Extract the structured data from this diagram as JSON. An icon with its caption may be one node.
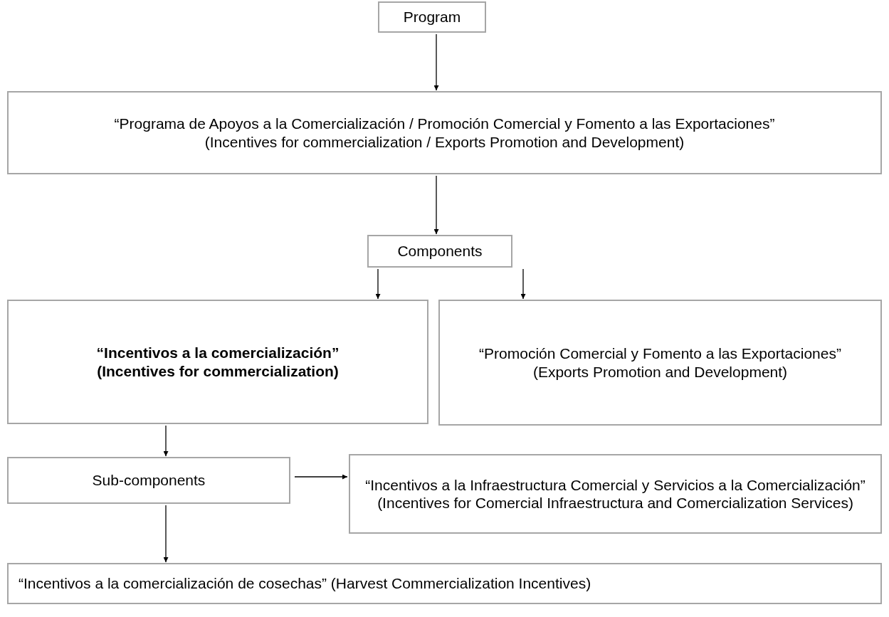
{
  "diagram": {
    "nodes": [
      {
        "text": [
          "Program"
        ]
      },
      {
        "text": [
          "“Programa de Apoyos a la Comercialización / Promoción Comercial y Fomento a las Exportaciones”",
          "(Incentives for commercialization / Exports Promotion and Development)"
        ]
      },
      {
        "text": [
          "Components"
        ]
      },
      {
        "text": [
          "“Incentivos a la comercialización”",
          "(Incentives for commercialization)"
        ]
      },
      {
        "text": [
          "“Promoción Comercial y Fomento a las Exportaciones”",
          "(Exports Promotion and Development)"
        ]
      },
      {
        "text": [
          "Sub-components"
        ]
      },
      {
        "text": [
          "“Incentivos a la Infraestructura Comercial y Servicios a la Comercialización”",
          "(Incentives for Comercial Infraestructura and Comercialization Services)"
        ]
      },
      {
        "text": [
          "“Incentivos a la comercialización de cosechas” (Harvest Commercialization Incentives)"
        ]
      }
    ],
    "edges": [
      {
        "from": 0,
        "to": 1,
        "arrow": "to"
      },
      {
        "from": 1,
        "to": 2,
        "arrow": "to"
      },
      {
        "from": 2,
        "to": 3,
        "arrow": "to"
      },
      {
        "from": 2,
        "to": 4,
        "arrow": "to"
      },
      {
        "from": 3,
        "to": 5,
        "arrow": "to"
      },
      {
        "from": 5,
        "to": 6,
        "arrow": "to"
      },
      {
        "from": 5,
        "to": 7,
        "arrow": "to"
      }
    ]
  }
}
